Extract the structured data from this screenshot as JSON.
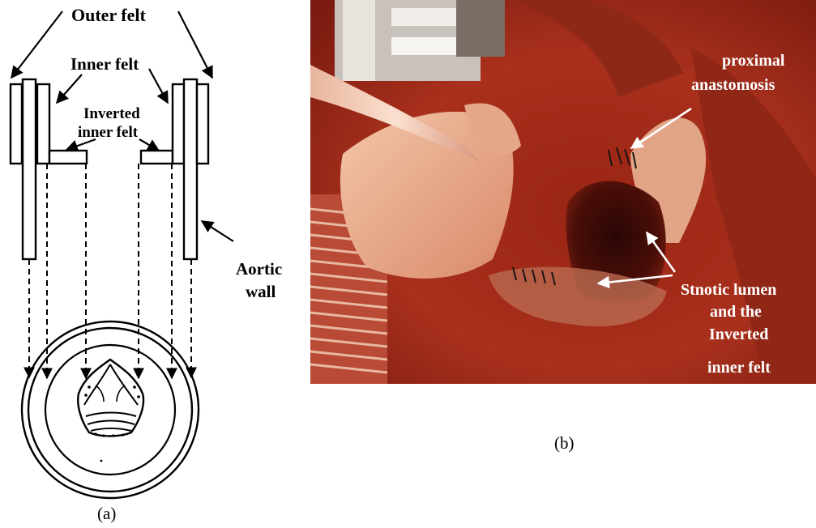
{
  "panel_a": {
    "caption": "(a)",
    "labels": {
      "outer_felt": "Outer felt",
      "inner_felt": "Inner felt",
      "inverted_line1": "Inverted",
      "inverted_line2": "inner felt",
      "aortic_line1": "Aortic",
      "aortic_line2": "wall"
    }
  },
  "panel_b": {
    "caption": "(b)",
    "labels": {
      "proximal_line1": "proximal",
      "proximal_line2": "anastomosis",
      "stenotic_line1": "Stnotic lumen",
      "stenotic_line2": "and the",
      "stenotic_line3": "Inverted",
      "stenotic_line4": "inner felt"
    }
  }
}
